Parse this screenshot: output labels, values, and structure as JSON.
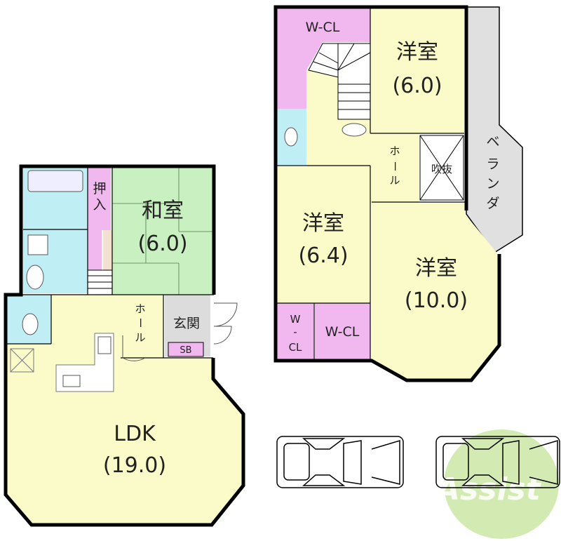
{
  "floor1": {
    "rooms": {
      "oshiire_1": "押",
      "oshiire_2": "入",
      "washitsu_name": "和室",
      "washitsu_size": "(6.0)",
      "hall_1": "ホ",
      "hall_2": "ー",
      "hall_3": "ル",
      "genkan": "玄関",
      "sb": "SB",
      "ldk_name": "LDK",
      "ldk_size": "(19.0)"
    }
  },
  "floor2": {
    "rooms": {
      "wcl_top": "W-CL",
      "youshitsu_a_name": "洋室",
      "youshitsu_a_size": "(6.0)",
      "hall_1": "ホ",
      "hall_2": "ー",
      "hall_3": "ル",
      "fukinuke": "吹抜",
      "veranda_1": "ベ",
      "veranda_2": "ラ",
      "veranda_3": "ン",
      "veranda_4": "ダ",
      "youshitsu_b_name": "洋室",
      "youshitsu_b_size": "(6.4)",
      "youshitsu_c_name": "洋室",
      "youshitsu_c_size": "(10.0)",
      "wcl_small_1": "W",
      "wcl_small_2": "-",
      "wcl_small_3": "CL",
      "wcl_bottom": "W-CL"
    }
  },
  "logo": {
    "text": "Assist"
  },
  "colors": {
    "wet_area": "#bfeef4",
    "closet": "#f0b8ef",
    "tatami": "#c9f0c0",
    "floor": "#fafbc8",
    "genkan": "#dcdcdc",
    "veranda": "#e0e0e0",
    "logo_green": "#c8e6a0",
    "logo_pink": "#e87a8a"
  }
}
